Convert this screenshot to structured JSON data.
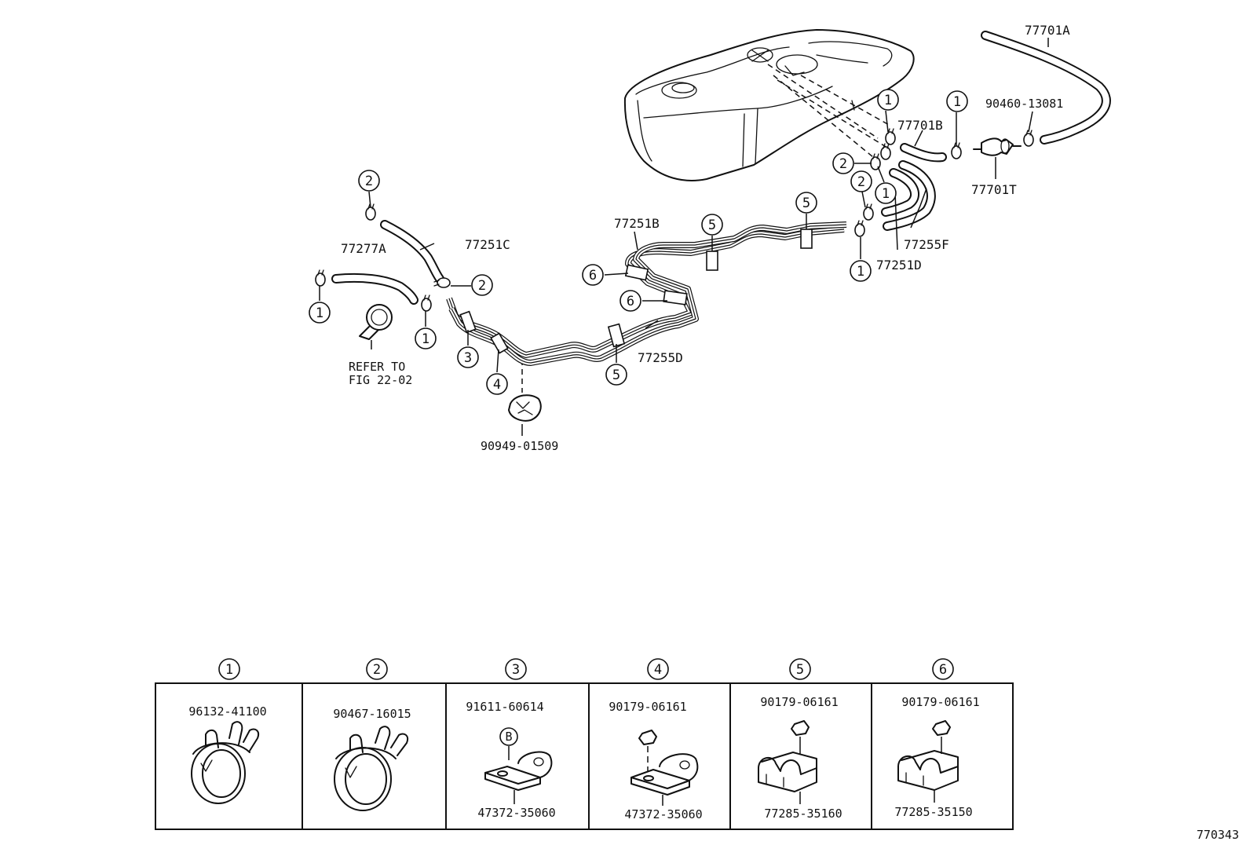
{
  "callouts": {
    "c1a": "1",
    "c1b": "1",
    "c1c": "1",
    "c1d": "1",
    "c1e": "1",
    "c1f": "1",
    "c2a": "2",
    "c2b": "2",
    "c2c": "2",
    "c2d": "2",
    "c3": "3",
    "c4": "4",
    "c5a": "5",
    "c5b": "5",
    "c5c": "5",
    "c6a": "6",
    "c6b": "6"
  },
  "labels": {
    "p77701A": "77701A",
    "p77701B": "77701B",
    "p90460": "90460-13081",
    "p77701T": "77701T",
    "p77255F": "77255F",
    "p77251D": "77251D",
    "p77251B": "77251B",
    "p77251C": "77251C",
    "p77277A": "77277A",
    "p77255D": "77255D",
    "p90949": "90949-01509",
    "refer_line1": "REFER TO",
    "refer_line2": "FIG 22-02"
  },
  "table": {
    "cells": [
      {
        "num": "1",
        "part_top": "96132-41100",
        "part_bottom": ""
      },
      {
        "num": "2",
        "part_top": "90467-16015",
        "part_bottom": ""
      },
      {
        "num": "3",
        "part_top": "91611-60614",
        "part_bottom": "47372-35060",
        "badge": "B"
      },
      {
        "num": "4",
        "part_top": "90179-06161",
        "part_bottom": "47372-35060"
      },
      {
        "num": "5",
        "part_top": "90179-06161",
        "part_bottom": "77285-35160"
      },
      {
        "num": "6",
        "part_top": "90179-06161",
        "part_bottom": "77285-35150"
      }
    ]
  },
  "figure_id": "770343"
}
